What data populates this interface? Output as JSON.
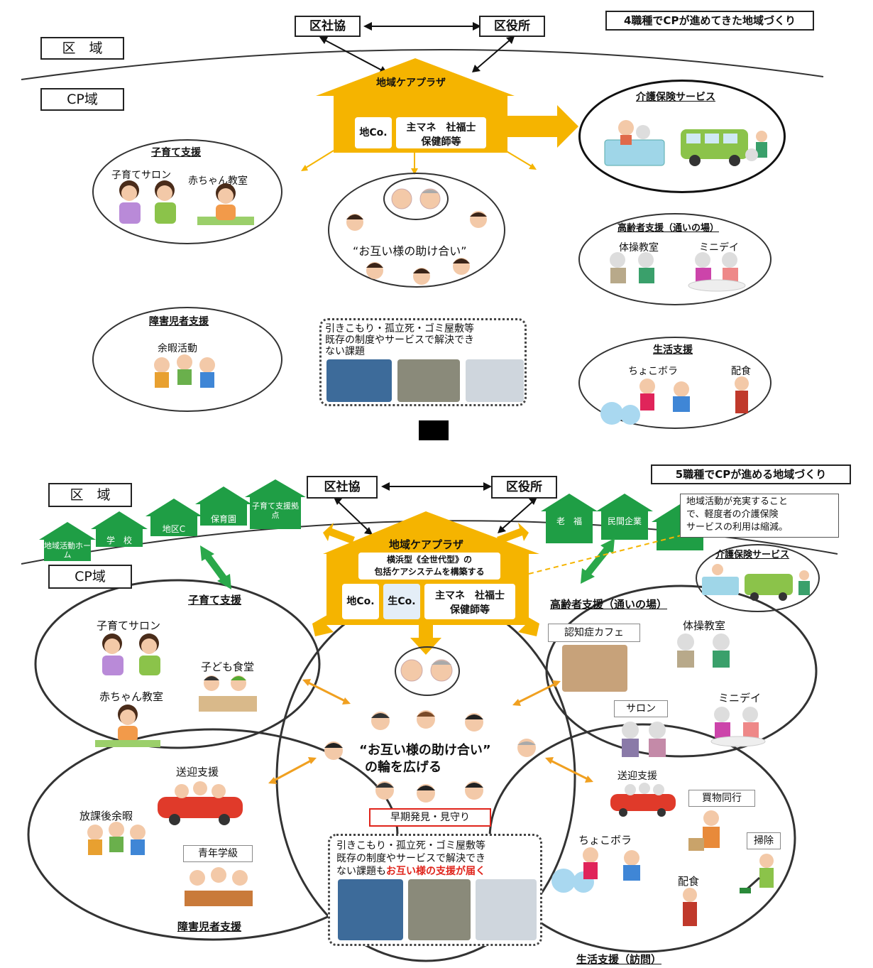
{
  "top": {
    "heading": "4職種でCPが進めてきた地域づくり",
    "ward_label": "区　域",
    "cp_label": "CP域",
    "shakyo": "区社協",
    "kuyakusho": "区役所",
    "plaza_title": "地域ケアプラザ",
    "plaza_chico": "地Co.",
    "plaza_staff1": "主マネ　社福士",
    "plaza_staff2": "保健師等",
    "kaigo_title": "介護保険サービス",
    "kosodate_title": "子育て支援",
    "kosodate_salon": "子育てサロン",
    "akachan": "赤ちゃん教室",
    "mutual_help": "“お互い様の助け合い”",
    "koreisha_title": "高齢者支援（通いの場）",
    "taiso": "体操教室",
    "miniday": "ミニデイ",
    "shogai_title": "障害児者支援",
    "yoka": "余暇活動",
    "issues_line1": "引きこもり・孤立死・ゴミ屋敷等",
    "issues_line2": "既存の制度やサービスで解決でき",
    "issues_line3": "ない課題",
    "seikatsu_title": "生活支援",
    "chokobora": "ちょこボラ",
    "haishoku": "配食"
  },
  "bottom": {
    "heading": "5職種でCPが進める地域づくり",
    "ward_label": "区　域",
    "cp_label": "CP域",
    "shakyo": "区社協",
    "kuyakusho": "区役所",
    "note_line1": "地域活動が充実すること",
    "note_line2": "で、軽度者の介護保険",
    "note_line3": "サービスの利用は縮減。",
    "houses_left": [
      "地域活動ホーム",
      "学　校",
      "地区C",
      "保育園",
      "子育て支援拠点"
    ],
    "houses_right": [
      "老　福",
      "民間企業"
    ],
    "plaza_title": "地域ケアプラザ",
    "plaza_sub1": "横浜型《全世代型》の",
    "plaza_sub2": "包括ケアシステムを構築する",
    "plaza_chico": "地Co.",
    "plaza_seico": "生Co.",
    "plaza_staff1": "主マネ　社福士",
    "plaza_staff2": "保健師等",
    "kaigo_title": "介護保険サービス",
    "kosodate_title": "子育て支援",
    "kosodate_salon": "子育てサロン",
    "kodomo_shokudo": "子ども食堂",
    "akachan": "赤ちゃん教室",
    "mutual_line1": "“お互い様の助け合い”",
    "mutual_line2": "の輪を広げる",
    "soukei_left": "送迎支援",
    "houkago": "放課後余暇",
    "seinen": "青年学級",
    "shogai_title": "障害児者支援",
    "early": "早期発見・見守り",
    "issues_line1": "引きこもり・孤立死・ゴミ屋敷等",
    "issues_line2": "既存の制度やサービスで解決でき",
    "issues_line3a": "ない課題も",
    "issues_line3b": "お互い様の支援が届く",
    "koreisha_title": "高齢者支援（通いの場）",
    "ninchisho": "認知症カフェ",
    "taiso": "体操教室",
    "miniday": "ミニデイ",
    "salon": "サロン",
    "soukei_right": "送迎支援",
    "kaimono": "買物同行",
    "souji": "掃除",
    "chokobora": "ちょこボラ",
    "haishoku": "配食",
    "seikatsu_title": "生活支援（訪問）"
  },
  "colors": {
    "plaza_orange": "#f5b400",
    "house_green": "#1f9e45",
    "arrow_green": "#2aa84a",
    "accent_red": "#e0241b"
  }
}
